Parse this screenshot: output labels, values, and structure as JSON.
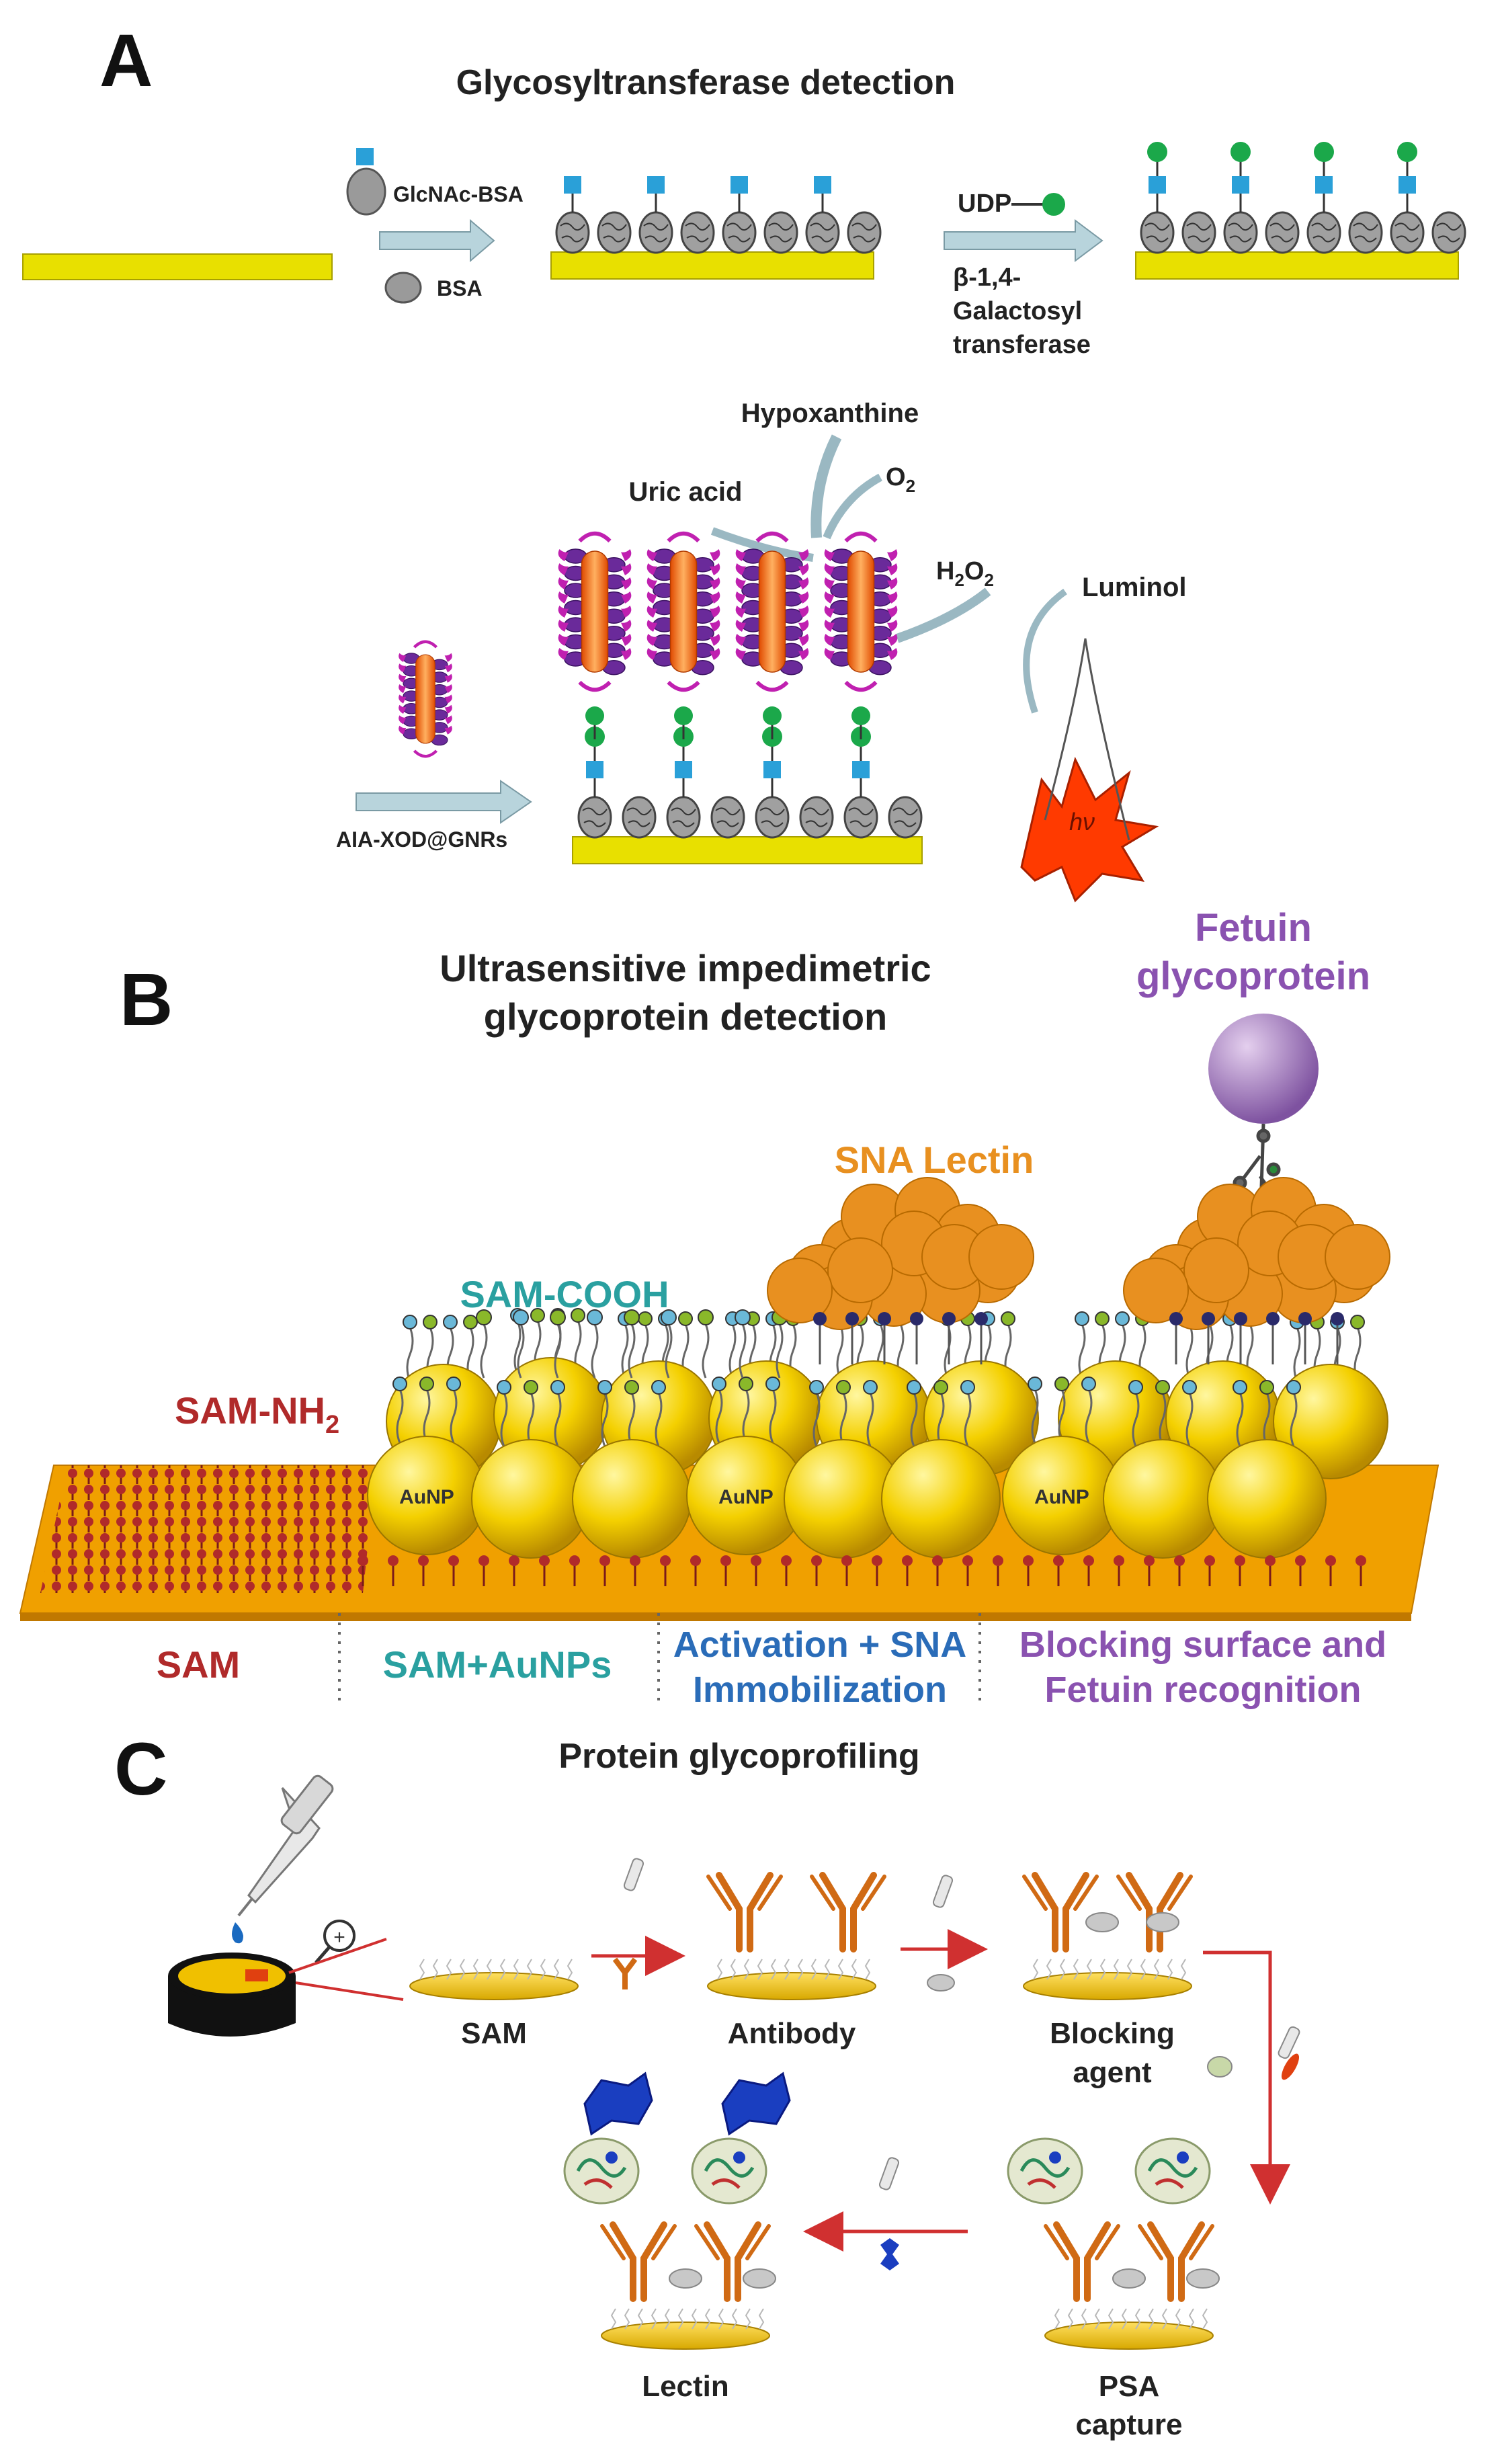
{
  "panel_a": {
    "letter": "A",
    "title": "Glycosyltransferase detection",
    "glcnac_bsa": "GlcNAc-BSA",
    "bsa": "BSA",
    "udp": "UDP",
    "enzyme_line1": "β-1,4-",
    "enzyme_line2": "Galactosyl",
    "enzyme_line3": "transferase",
    "hypoxanthine": "Hypoxanthine",
    "uric_acid": "Uric acid",
    "o2": "O",
    "o2_sub": "2",
    "h2o2_h": "H",
    "h2o2_sub1": "2",
    "h2o2_o": "O",
    "h2o2_sub2": "2",
    "luminol": "Luminol",
    "hv": "hν",
    "nanorod_label": "AIA-XOD@GNRs"
  },
  "panel_b": {
    "letter": "B",
    "title_line1": "Ultrasensitive impedimetric",
    "title_line2": "glycoprotein detection",
    "fetuin_line1": "Fetuin",
    "fetuin_line2": "glycoprotein",
    "sna_lectin": "SNA Lectin",
    "sam_cooh": "SAM-COOH",
    "sam_nh": "SAM-NH",
    "sam_nh_sub": "2",
    "aunp": "AuNP",
    "step1": "SAM",
    "step2": "SAM+AuNPs",
    "step3_line1": "Activation + SNA",
    "step3_line2": "Immobilization",
    "step4_line1": "Blocking surface and",
    "step4_line2": "Fetuin recognition"
  },
  "panel_c": {
    "letter": "C",
    "title": "Protein glycoprofiling",
    "sam": "SAM",
    "antibody": "Antibody",
    "blocking_line1": "Blocking",
    "blocking_line2": "agent",
    "psa_line1": "PSA",
    "psa_line2": "capture",
    "lectin": "Lectin"
  },
  "colors": {
    "gold_surface": "#e8e000",
    "orange_surface": "#f0a000",
    "sam_red": "#b02a2a",
    "sam_teal": "#2aa0a0",
    "step_blue": "#2a6cb8",
    "step_purple": "#8a52b0",
    "sna_orange": "#e89020",
    "aunp_yellow": "#f4d000",
    "arrow_blue": "#b8d4dc",
    "line_red": "#d03030",
    "antibody_orange": "#d06a14",
    "lectin_blue": "#1a3ec0"
  }
}
